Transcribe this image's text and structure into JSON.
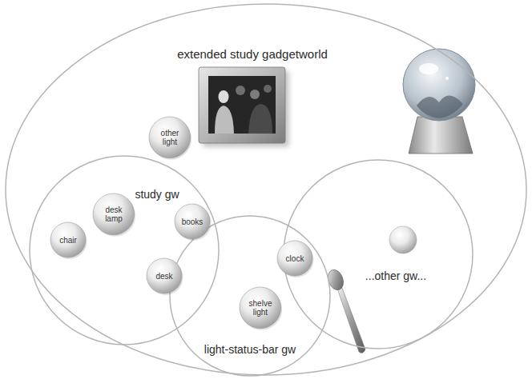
{
  "diagram": {
    "nodes": [
      {
        "text": [
          "extended study gadgetworld"
        ]
      },
      {
        "text": [
          "other light"
        ],
        "in": 0
      },
      {
        "text": [
          "study gw"
        ],
        "in": 0
      },
      {
        "text": [
          "desk lamp"
        ],
        "in": 2
      },
      {
        "text": [
          "chair"
        ],
        "in": 2
      },
      {
        "text": [
          "books"
        ],
        "in": 2
      },
      {
        "text": [
          "desk"
        ],
        "in": 2
      },
      {
        "text": [
          "light-status-bar gw"
        ],
        "in": 0
      },
      {
        "text": [
          "clock"
        ],
        "in": 7
      },
      {
        "text": [
          "shelve light"
        ],
        "in": 7
      },
      {
        "text": [
          "...other gw..."
        ],
        "in": 0
      }
    ]
  }
}
